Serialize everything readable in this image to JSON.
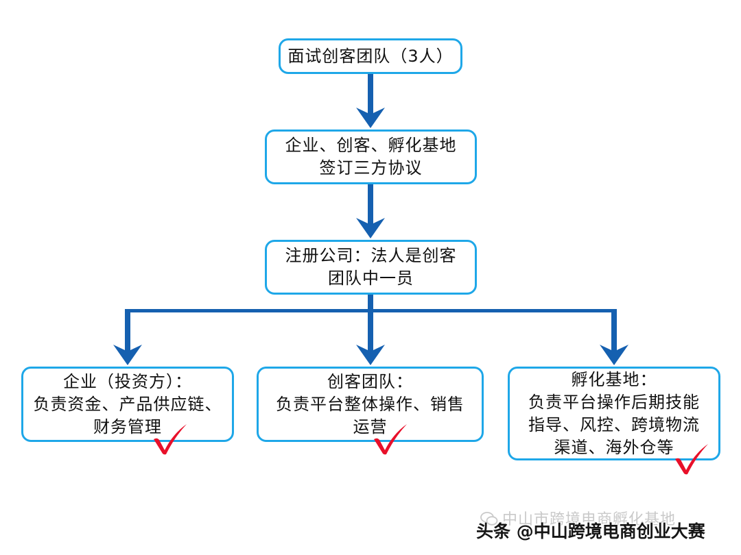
{
  "diagram": {
    "colors": {
      "box_border": "#1ea7e8",
      "arrow": "#1560b0",
      "connector": "#1560b0",
      "check": "#e8102a",
      "text": "#111111"
    },
    "nodes": [
      {
        "id": "interview",
        "lines": [
          "面试创客团队（3人）"
        ]
      },
      {
        "id": "agreement",
        "lines": [
          "企业、创客、孵化基地",
          "签订三方协议"
        ]
      },
      {
        "id": "company",
        "lines": [
          "注册公司：法人是创客",
          "团队中一员"
        ]
      },
      {
        "id": "enterprise",
        "lines": [
          "企业（投资方）：",
          "负责资金、产品供应链、",
          "财务管理"
        ],
        "checked": true
      },
      {
        "id": "maker",
        "lines": [
          "创客团队：",
          "负责平台整体操作、销售",
          "运营"
        ],
        "checked": true
      },
      {
        "id": "incubator",
        "lines": [
          "孵化基地：",
          "负责平台操作后期技能",
          "指导、风控、跨境物流",
          "渠道、海外仓等"
        ],
        "checked": true
      }
    ],
    "edges": [
      [
        "interview",
        "agreement"
      ],
      [
        "agreement",
        "company"
      ],
      [
        "company",
        "enterprise"
      ],
      [
        "company",
        "maker"
      ],
      [
        "company",
        "incubator"
      ]
    ]
  },
  "watermark": {
    "faint": "中山市跨境电商孵化基地",
    "main": "头条 @中山跨境电商创业大赛",
    "icon": "wechat-icon"
  }
}
